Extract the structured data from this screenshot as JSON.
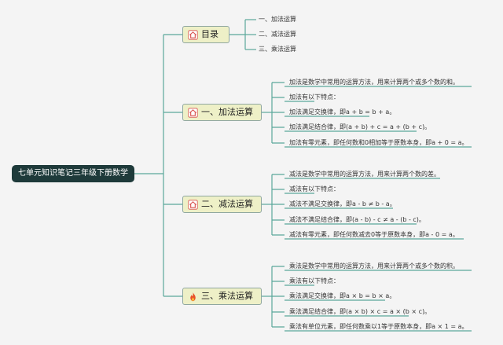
{
  "root": {
    "title": "七单元知识笔记三年级下册数学"
  },
  "branches": [
    {
      "label": "目录",
      "icon": "house-icon",
      "items": [
        "一、加法运算",
        "二、减法运算",
        "三、乘法运算"
      ]
    },
    {
      "label": "一、加法运算",
      "icon": "house-icon",
      "items": [
        "加法是数学中常用的运算方法，用来计算两个或多个数的和。",
        "加法有以下特点：",
        "加法满足交换律，即a + b = b + a。",
        "加法满足结合律，即(a + b) + c = a + (b + c)。",
        "加法有零元素，即任何数和0相加等于原数本身，即a + 0 = a。"
      ]
    },
    {
      "label": "二、减法运算",
      "icon": "house-icon",
      "items": [
        "减法是数学中常用的运算方法，用来计算两个数的差。",
        "减法有以下特点：",
        "减法不满足交换律，即a - b ≠ b - a。",
        "减法不满足结合律，即(a - b) - c ≠ a - (b - c)。",
        "减法有零元素，即任何数减去0等于原数本身，即a - 0 = a。"
      ]
    },
    {
      "label": "三、乘法运算",
      "icon": "fire-icon",
      "items": [
        "乘法是数学中常用的运算方法，用来计算两个或多个数的积。",
        "乘法有以下特点：",
        "乘法满足交换律，即a × b = b × a。",
        "乘法满足结合律，即(a × b) × c = a × (b × c)。",
        "乘法有单位元素，即任何数乘以1等于原数本身，即a × 1 = a。"
      ]
    }
  ],
  "colors": {
    "line": "#5aa89a",
    "root_bg": "#1e3a3a",
    "branch_bg": "#eef0c7",
    "house_icon": "#d9534f",
    "fire_icon": "#e8522a"
  }
}
